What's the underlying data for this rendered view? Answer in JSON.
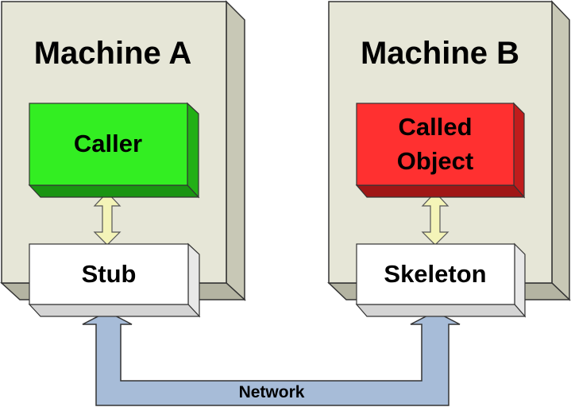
{
  "machines": [
    {
      "title": "Machine A",
      "top_box": {
        "label_lines": [
          "Caller"
        ],
        "color": "#33ee22"
      },
      "bottom_box": {
        "label": "Stub",
        "color": "#ffffff"
      }
    },
    {
      "title": "Machine B",
      "top_box": {
        "label_lines": [
          "Called",
          "Object"
        ],
        "color": "#ff3030"
      },
      "bottom_box": {
        "label": "Skeleton",
        "color": "#ffffff"
      }
    }
  ],
  "network": {
    "label": "Network",
    "color": "#a7bcd8"
  },
  "colors": {
    "machine_fill": "#e6e6d7",
    "local_arrow": "#f4f4b8"
  }
}
